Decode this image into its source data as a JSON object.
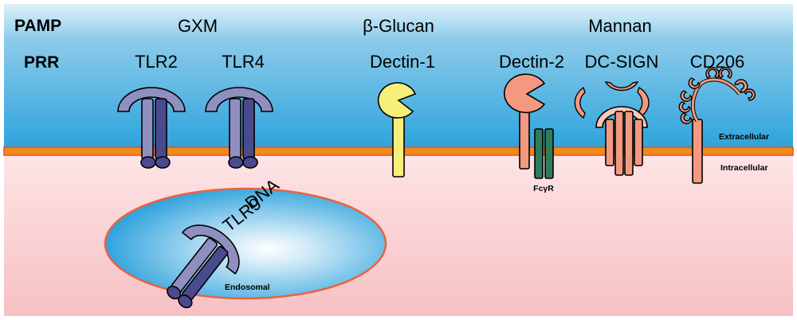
{
  "header": {
    "pamp_label": "PAMP",
    "prr_label": "PRR"
  },
  "pamps": {
    "gxm": "GXM",
    "beta_glucan": "β-Glucan",
    "mannan": "Mannan"
  },
  "receptors": {
    "tlr2": "TLR2",
    "tlr4": "TLR4",
    "dectin1": "Dectin-1",
    "dectin2": "Dectin-2",
    "dcsign": "DC-SIGN",
    "cd206": "CD206",
    "fcyr": "FcγR",
    "tlr9": "TLR9",
    "dna": "DNA"
  },
  "compartments": {
    "extracellular": "Extracellular",
    "intracellular": "Intracellular",
    "endosomal": "Endosomal"
  },
  "colors": {
    "extracellular_top": "#dff2fb",
    "extracellular_bottom": "#2ea4dc",
    "membrane": "#f08a18",
    "membrane_edge": "#e2503a",
    "intracellular_top": "#fde0e1",
    "intracellular_bottom": "#f7c2c4",
    "endosome_center": "#ffffff",
    "endosome_edge": "#2aa0dc",
    "tlr_light": "#8f8fc0",
    "tlr_dark": "#4a4a8e",
    "ctype_lectin": "#f3997f",
    "dectin1": "#f6f07a",
    "fcyr": "#2e7d5b"
  }
}
